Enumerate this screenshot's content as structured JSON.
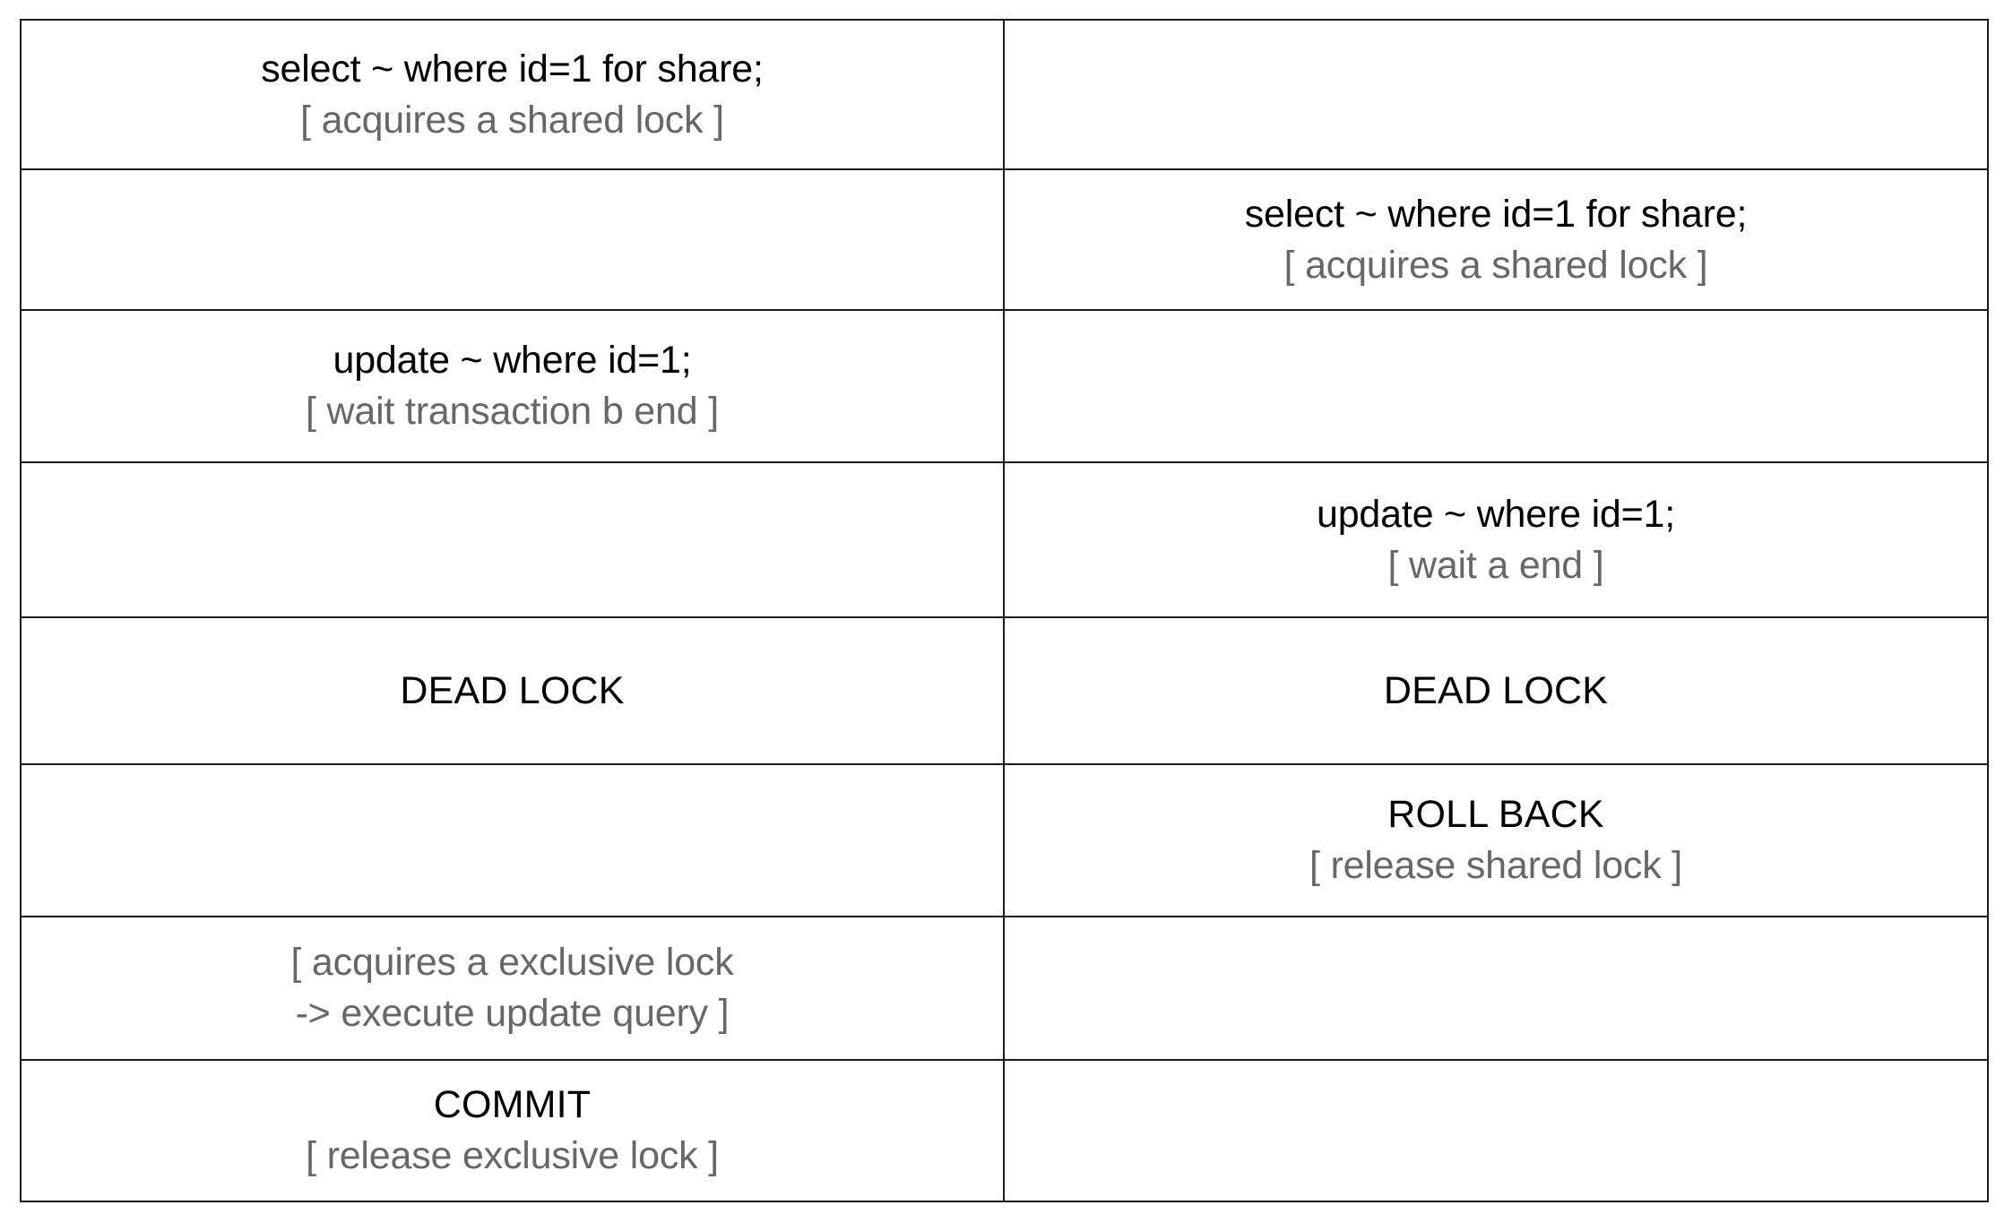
{
  "diagram": {
    "title": "Transaction deadlock sequence table",
    "columns": [
      {
        "id": "transaction-a",
        "label": ""
      },
      {
        "id": "transaction-b",
        "label": ""
      }
    ],
    "text_colors": {
      "statement": "#000000",
      "note": "#676767",
      "state": "#000000",
      "border": "#1b1b1b",
      "background": "#ffffff"
    },
    "rows": [
      {
        "index": 1,
        "a": {
          "empty": false,
          "lines": [
            {
              "text": "select ~ where id=1 for share;",
              "style": "stmt"
            },
            {
              "text": "[ acquires a shared lock ]",
              "style": "note"
            }
          ]
        },
        "b": {
          "empty": true,
          "lines": []
        }
      },
      {
        "index": 2,
        "a": {
          "empty": true,
          "lines": []
        },
        "b": {
          "empty": false,
          "lines": [
            {
              "text": "select ~ where id=1 for share;",
              "style": "stmt"
            },
            {
              "text": "[ acquires a shared lock ]",
              "style": "note"
            }
          ]
        }
      },
      {
        "index": 3,
        "a": {
          "empty": false,
          "lines": [
            {
              "text": "update ~ where id=1;",
              "style": "stmt"
            },
            {
              "text": "[ wait transaction b end ]",
              "style": "note"
            }
          ]
        },
        "b": {
          "empty": true,
          "lines": []
        }
      },
      {
        "index": 4,
        "a": {
          "empty": true,
          "lines": []
        },
        "b": {
          "empty": false,
          "lines": [
            {
              "text": "update ~ where id=1;",
              "style": "stmt"
            },
            {
              "text": "[ wait a end ]",
              "style": "note"
            }
          ]
        }
      },
      {
        "index": 5,
        "a": {
          "empty": false,
          "lines": [
            {
              "text": "DEAD LOCK",
              "style": "state"
            }
          ]
        },
        "b": {
          "empty": false,
          "lines": [
            {
              "text": "DEAD LOCK",
              "style": "state"
            }
          ]
        }
      },
      {
        "index": 6,
        "a": {
          "empty": true,
          "lines": []
        },
        "b": {
          "empty": false,
          "lines": [
            {
              "text": "ROLL BACK",
              "style": "state"
            },
            {
              "text": "[ release shared lock ]",
              "style": "note"
            }
          ]
        }
      },
      {
        "index": 7,
        "a": {
          "empty": false,
          "lines": [
            {
              "text": "[ acquires a exclusive lock",
              "style": "note"
            },
            {
              "text": "-> execute update query ]",
              "style": "note"
            }
          ]
        },
        "b": {
          "empty": true,
          "lines": []
        }
      },
      {
        "index": 8,
        "a": {
          "empty": false,
          "lines": [
            {
              "text": "COMMIT",
              "style": "state"
            },
            {
              "text": "[ release exclusive lock ]",
              "style": "note"
            }
          ]
        },
        "b": {
          "empty": true,
          "lines": []
        }
      }
    ]
  }
}
